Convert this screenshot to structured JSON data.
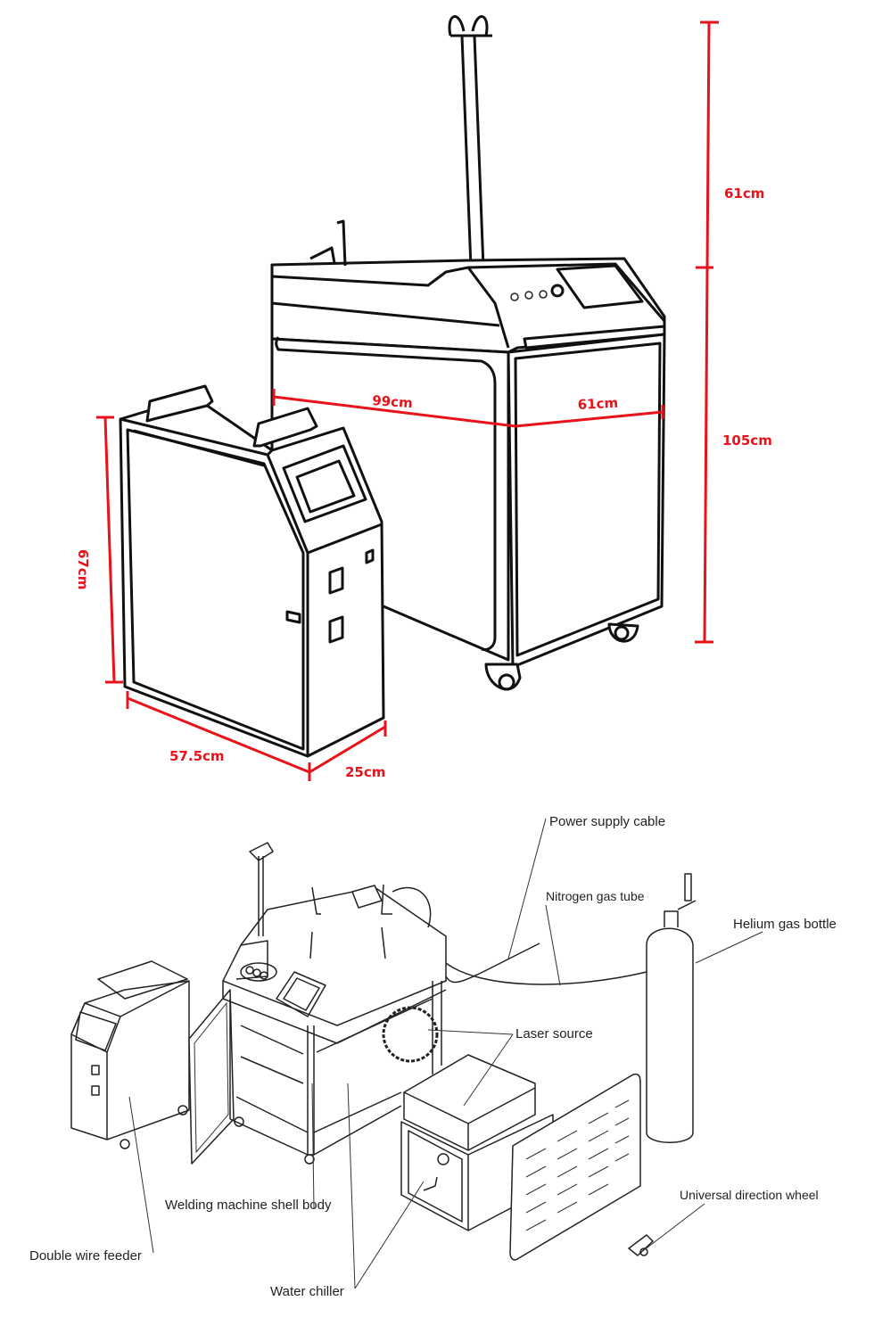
{
  "colors": {
    "dimension": "#e8121a",
    "line": "#111111"
  },
  "dimensions": {
    "handle_height": "61cm",
    "body_height": "105cm",
    "length": "99cm",
    "width": "61cm",
    "feeder_height": "67cm",
    "feeder_length": "57.5cm",
    "feeder_width": "25cm"
  },
  "components": {
    "power_supply_cable": "Power supply cable",
    "nitrogen_gas_tube": "Nitrogen gas tube",
    "helium_gas_bottle": "Helium gas bottle",
    "laser_source": "Laser source",
    "welding_machine_shell_body": "Welding machine shell body",
    "double_wire_feeder": "Double wire feeder",
    "water_chiller": "Water chiller",
    "universal_direction_wheel": "Universal direction wheel"
  }
}
